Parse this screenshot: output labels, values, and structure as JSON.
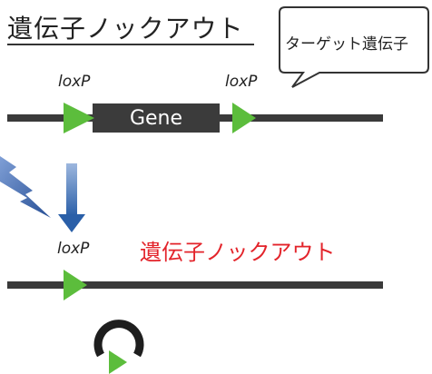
{
  "title": "遺伝子ノックアウト",
  "callout": {
    "text": "ターゲット遺伝子"
  },
  "labels": {
    "loxp_1": "loxP",
    "loxp_2": "loxP",
    "loxp_3": "loxP",
    "gene": "Gene",
    "knockout": "遺伝子ノックアウト"
  },
  "colors": {
    "dna_line": "#3a3a3a",
    "gene_box": "#3b3b3b",
    "loxp_arrow": "#5cbd3c",
    "process_arrow": "#2a5fa8",
    "lightning": "#2a5fa8",
    "knockout_text": "#e3242b",
    "circle": "#1e1e1e"
  },
  "icons": {
    "lightning": "lightning-bolt-icon",
    "process_arrow": "arrow-down-icon",
    "excised_loop": "circular-dna-icon"
  }
}
